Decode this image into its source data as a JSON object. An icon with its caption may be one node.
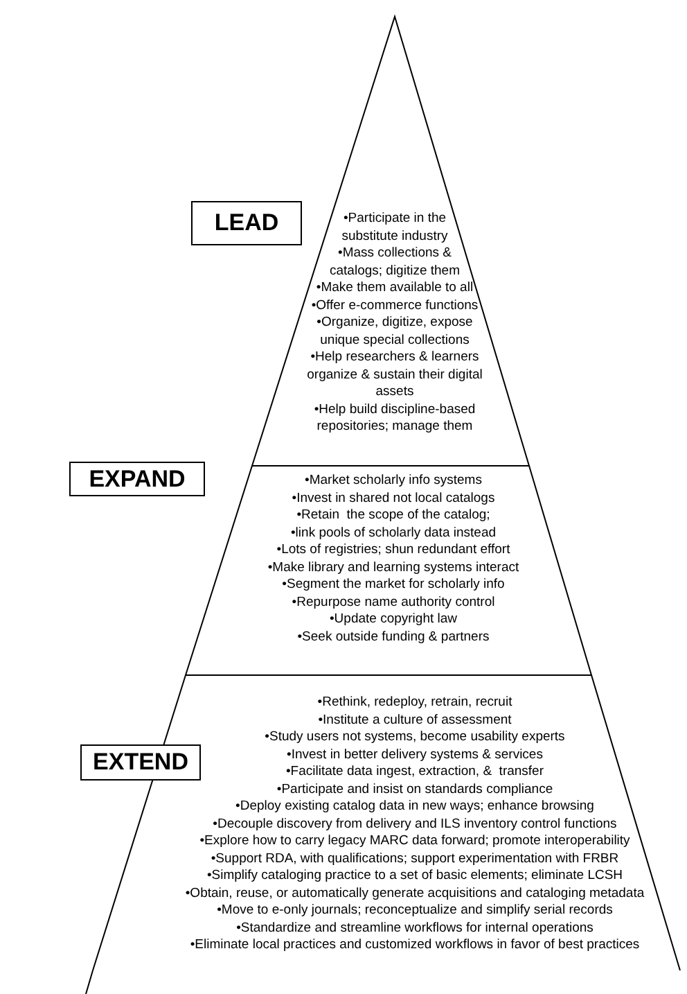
{
  "diagram": {
    "nodes": [
      {
        "text": [
          "LEAD"
        ]
      },
      {
        "text": [
          "•Participate in the substitute industry",
          "•Mass collections & catalogs; digitize them",
          "•Make them available to all",
          "•Offer e-commerce functions",
          "•Organize, digitize, expose unique special collections",
          "•Help researchers & learners organize & sustain their digital assets",
          "•Help build discipline-based repositories; manage them"
        ]
      },
      {
        "text": [
          "EXPAND"
        ]
      },
      {
        "text": [
          "•Market scholarly info systems",
          "•Invest in shared not local catalogs",
          "•Retain  the scope of the catalog;",
          "•link pools of scholarly data instead",
          "•Lots of registries; shun redundant effort",
          "•Make library and learning systems interact",
          "•Segment the market for scholarly info",
          "•Repurpose name authority control",
          "•Update copyright law",
          "•Seek outside funding & partners"
        ]
      },
      {
        "text": [
          "EXTEND"
        ]
      },
      {
        "text": [
          "•Rethink, redeploy, retrain, recruit",
          "•Institute a culture of assessment",
          "•Study users not systems, become usability experts",
          "•Invest in better delivery systems & services",
          "•Facilitate data ingest, extraction, &  transfer",
          "•Participate and insist on standards compliance",
          "•Deploy existing catalog data in new ways; enhance browsing",
          "•Decouple discovery from delivery and ILS inventory control functions",
          "•Explore how to carry legacy MARC data forward; promote interoperability",
          "•Support RDA, with qualifications; support experimentation with FRBR",
          "•Simplify cataloging practice to a set of basic elements; eliminate LCSH",
          "•Obtain, reuse, or automatically generate acquisitions and cataloging metadata",
          "•Move to e-only journals; reconceptualize and simplify serial records",
          "•Standardize and streamline workflows for internal operations",
          "•Eliminate local practices and customized workflows in favor of best practices"
        ]
      }
    ]
  }
}
